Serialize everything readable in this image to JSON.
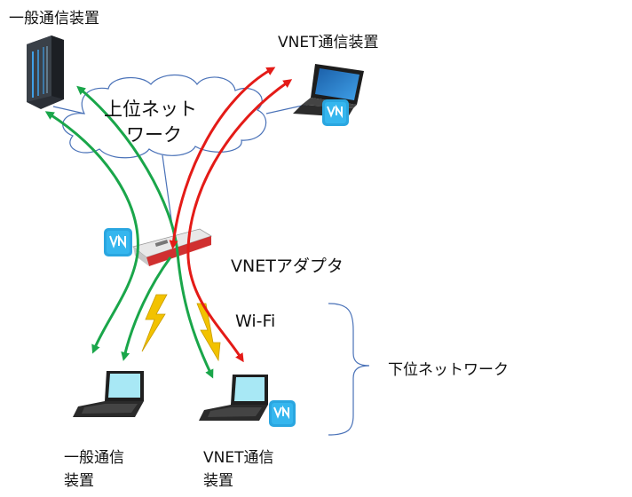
{
  "labels": {
    "general_device_top": "一般通信装置",
    "vnet_device_top": "VNET通信装置",
    "upper_network_line1": "上位ネット",
    "upper_network_line2": "ワーク",
    "vnet_adapter": "VNETアダプタ",
    "wifi": "Wi-Fi",
    "lower_network": "下位ネットワーク",
    "general_device_bottom_line1": "一般通信",
    "general_device_bottom_line2": "装置",
    "vnet_device_bottom_line1": "VNET通信",
    "vnet_device_bottom_line2": "装置"
  },
  "badge_text": "VN",
  "icons": [
    "server-icon",
    "laptop-icon",
    "router-icon",
    "lightning-icon",
    "vn-badge-icon",
    "cloud-icon"
  ],
  "colors": {
    "green_path": "#1aa64a",
    "red_path": "#e41b17",
    "link_line": "#4a72b8",
    "cloud_stroke": "#4a72b8",
    "badge_bg": "#2aa6e0",
    "lightning": "#f2c200",
    "router_body": "#e8e8e8",
    "router_accent": "#d03030"
  }
}
